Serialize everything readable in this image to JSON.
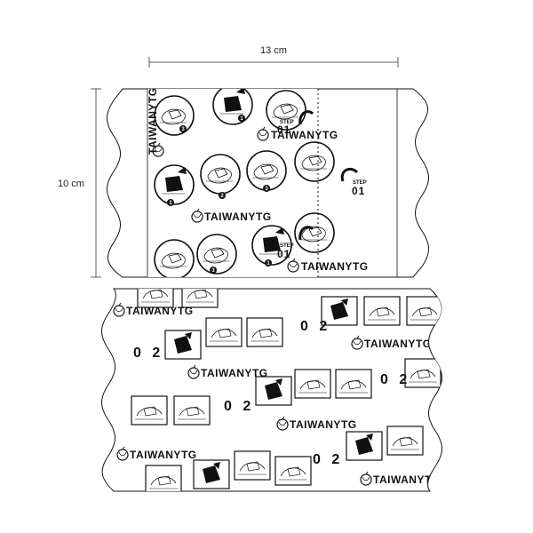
{
  "dimensions": {
    "width_label": "13 cm",
    "height_label": "10 cm"
  },
  "brand": "TAIWANYTG",
  "step1": {
    "label_small": "STEP",
    "label_big": "01"
  },
  "step2": {
    "label_big": "0 2"
  },
  "badges": [
    "1",
    "2",
    "3"
  ],
  "icons": {
    "brand_mark": "fruit-logo-icon",
    "step_arrow": "curved-arrow-icon",
    "illustration": "hand-illustration-icon"
  },
  "colors": {
    "ink": "#111111",
    "paper": "#ffffff"
  }
}
